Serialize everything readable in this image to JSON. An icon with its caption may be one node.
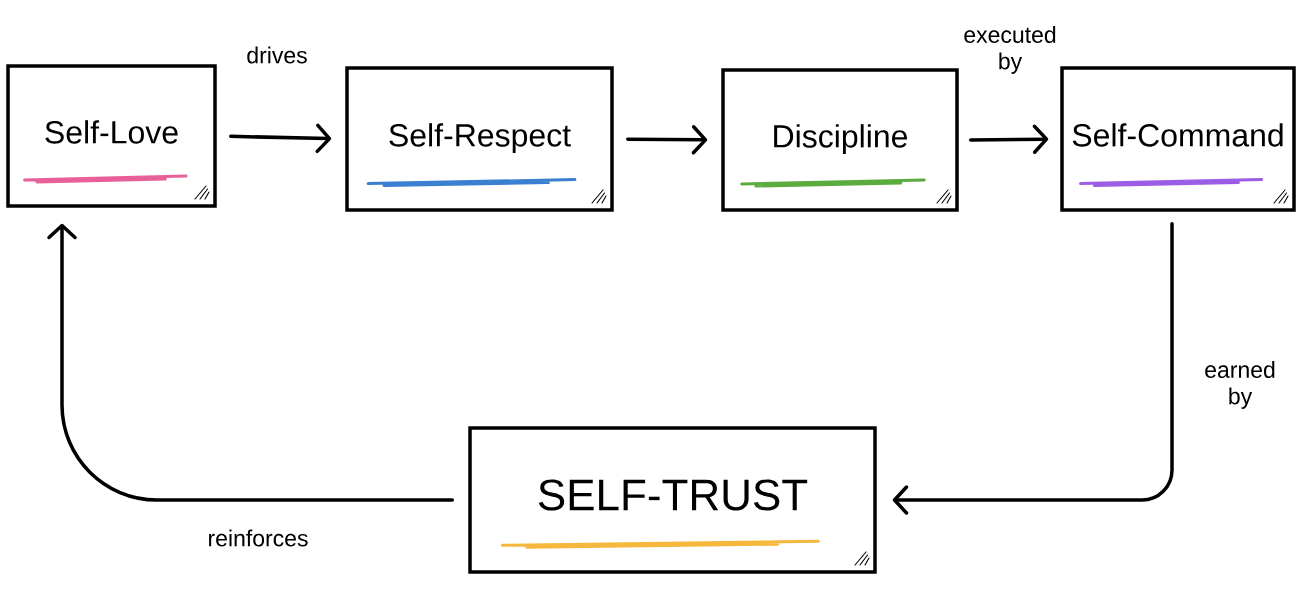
{
  "diagram": {
    "nodes": [
      {
        "text": [
          "Self-Love"
        ]
      },
      {
        "text": [
          "Self-Respect"
        ]
      },
      {
        "text": [
          "Discipline"
        ]
      },
      {
        "text": [
          "Self-Command"
        ]
      },
      {
        "text": [
          "SELF-TRUST"
        ]
      }
    ],
    "edges": [
      {
        "from": 0,
        "to": 1,
        "arrow": "to",
        "label": "drives"
      },
      {
        "from": 1,
        "to": 2,
        "arrow": "to"
      },
      {
        "from": 2,
        "to": 3,
        "arrow": "to",
        "label": "executed by"
      },
      {
        "from": 3,
        "to": 4,
        "arrow": "to",
        "label": "earned by"
      },
      {
        "from": 4,
        "to": 0,
        "arrow": "to",
        "label": "reinforces"
      }
    ]
  }
}
